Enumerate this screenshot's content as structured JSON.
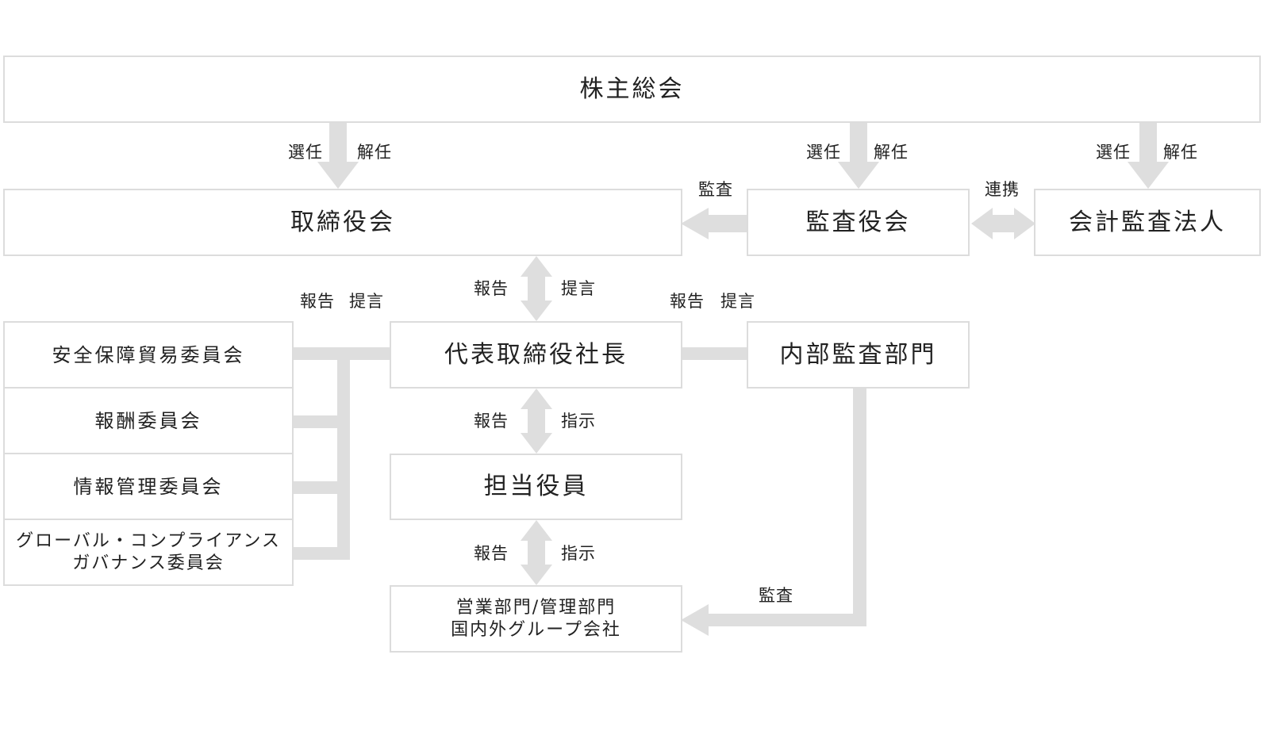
{
  "boxes": {
    "general_meeting": "株主総会",
    "board": "取締役会",
    "audit_board": "監査役会",
    "accounting_auditor": "会計監査法人",
    "security_trade_committee": "安全保障貿易委員会",
    "compensation_committee": "報酬委員会",
    "info_mgmt_committee": "情報管理委員会",
    "compliance_committee": "グローバル・コンプライアンス\nガバナンス委員会",
    "president": "代表取締役社長",
    "internal_audit": "内部監査部門",
    "officers": "担当役員",
    "departments": "営業部門/管理部門\n国内外グループ会社"
  },
  "labels": {
    "board_elect": "選任",
    "board_dismiss": "解任",
    "audit_elect": "選任",
    "audit_dismiss": "解任",
    "acct_elect": "選任",
    "acct_dismiss": "解任",
    "audit_to_board": "監査",
    "collab": "連携",
    "pres_report": "報告",
    "pres_advice": "提言",
    "cmte_report": "報告",
    "cmte_advice": "提言",
    "ia_report": "報告",
    "ia_advice": "提言",
    "off_report": "報告",
    "off_instruct": "指示",
    "dept_report": "報告",
    "dept_instruct": "指示",
    "ia_audit": "監査"
  },
  "colors": {
    "connector": "#dedede",
    "border": "#dcdcdc",
    "text": "#222222"
  }
}
